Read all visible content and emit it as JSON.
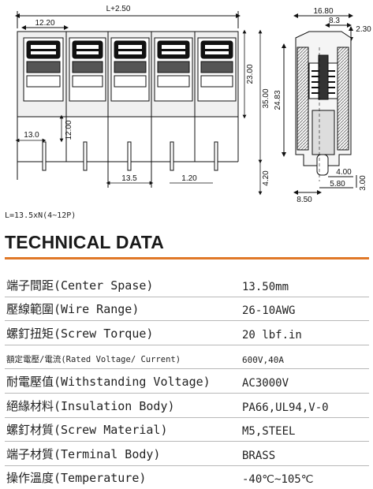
{
  "drawing": {
    "dims": {
      "overall_length": "L+2.50",
      "pitch_top": "12.20",
      "height_23": "23.00",
      "height_35": "35.00",
      "pin_13": "13.0",
      "pin_12": "12.00",
      "pitch_bottom": "13.5",
      "pin_thick": "1.20",
      "pin_420": "4.20",
      "side_1680": "16.80",
      "side_83": "8.3",
      "side_230": "2.30",
      "side_2483": "24.83",
      "side_400": "4.00",
      "side_580": "5.80",
      "side_850": "8.50",
      "side_300": "3.00"
    }
  },
  "formula": "L=13.5xN(4~12P)",
  "title": "TECHNICAL DATA",
  "specs": [
    {
      "label": "端子間距(Center Spase)",
      "value": "13.50mm"
    },
    {
      "label": "壓線範圍(Wire Range)",
      "value": "26-10AWG"
    },
    {
      "label": "螺釘扭矩(Screw Torque)",
      "value": "20 lbf.in"
    },
    {
      "label": "額定電壓/電流(Rated Voltage/ Current)",
      "value": "600V,40A"
    },
    {
      "label": "耐電壓值(Withstanding Voltage)",
      "value": "AC3000V"
    },
    {
      "label": "絕緣材料(Insulation Body)",
      "value": "PA66,UL94,V-0"
    },
    {
      "label": "螺釘材質(Screw Material)",
      "value": "M5,STEEL"
    },
    {
      "label": "端子材質(Terminal Body)",
      "value": "BRASS"
    },
    {
      "label": "操作溫度(Temperature)",
      "value": "-40℃~105℃"
    }
  ]
}
